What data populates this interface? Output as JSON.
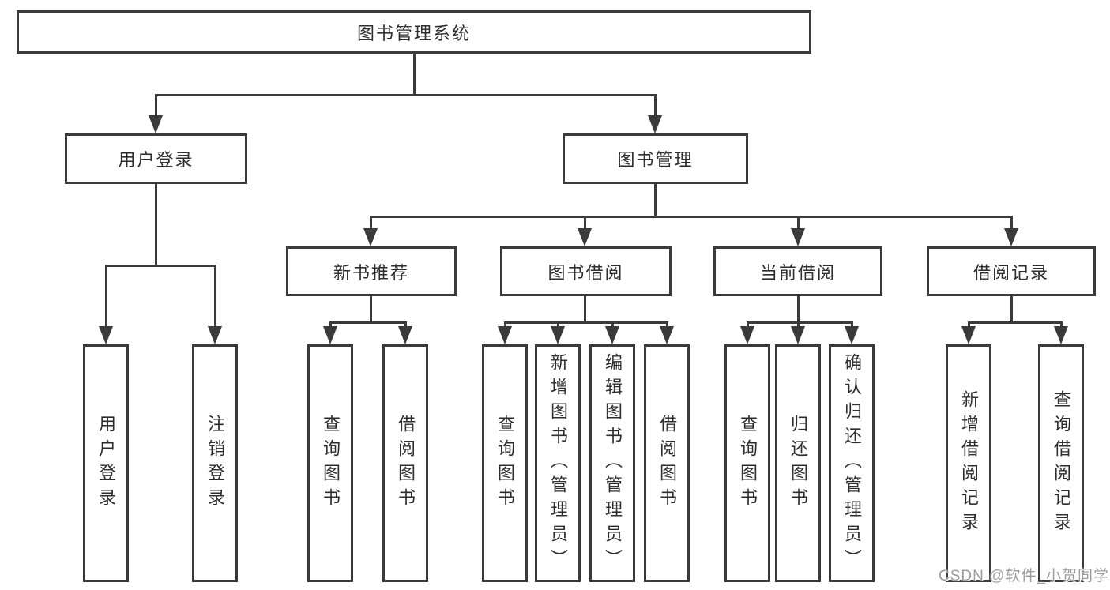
{
  "tree": {
    "label": "图书管理系统",
    "children": [
      {
        "label": "用户登录",
        "children": [
          {
            "label": "用户登录"
          },
          {
            "label": "注销登录"
          }
        ]
      },
      {
        "label": "图书管理",
        "children": [
          {
            "label": "新书推荐",
            "children": [
              {
                "label": "查询图书"
              },
              {
                "label": "借阅图书"
              }
            ]
          },
          {
            "label": "图书借阅",
            "children": [
              {
                "label": "查询图书"
              },
              {
                "label": "新增图书（管理员）"
              },
              {
                "label": "编辑图书（管理员）"
              },
              {
                "label": "借阅图书"
              }
            ]
          },
          {
            "label": "当前借阅",
            "children": [
              {
                "label": "查询图书"
              },
              {
                "label": "归还图书"
              },
              {
                "label": "确认归还（管理员）"
              }
            ]
          },
          {
            "label": "借阅记录",
            "children": [
              {
                "label": "新增借阅记录"
              },
              {
                "label": "查询借阅记录"
              }
            ]
          }
        ]
      }
    ]
  },
  "watermark": {
    "text": "CSDN @软件_小贺同学"
  },
  "colors": {
    "line": "#3a3a3a",
    "text": "#2e2e2e",
    "watermark": "#9c9c9c",
    "background": "#ffffff"
  }
}
